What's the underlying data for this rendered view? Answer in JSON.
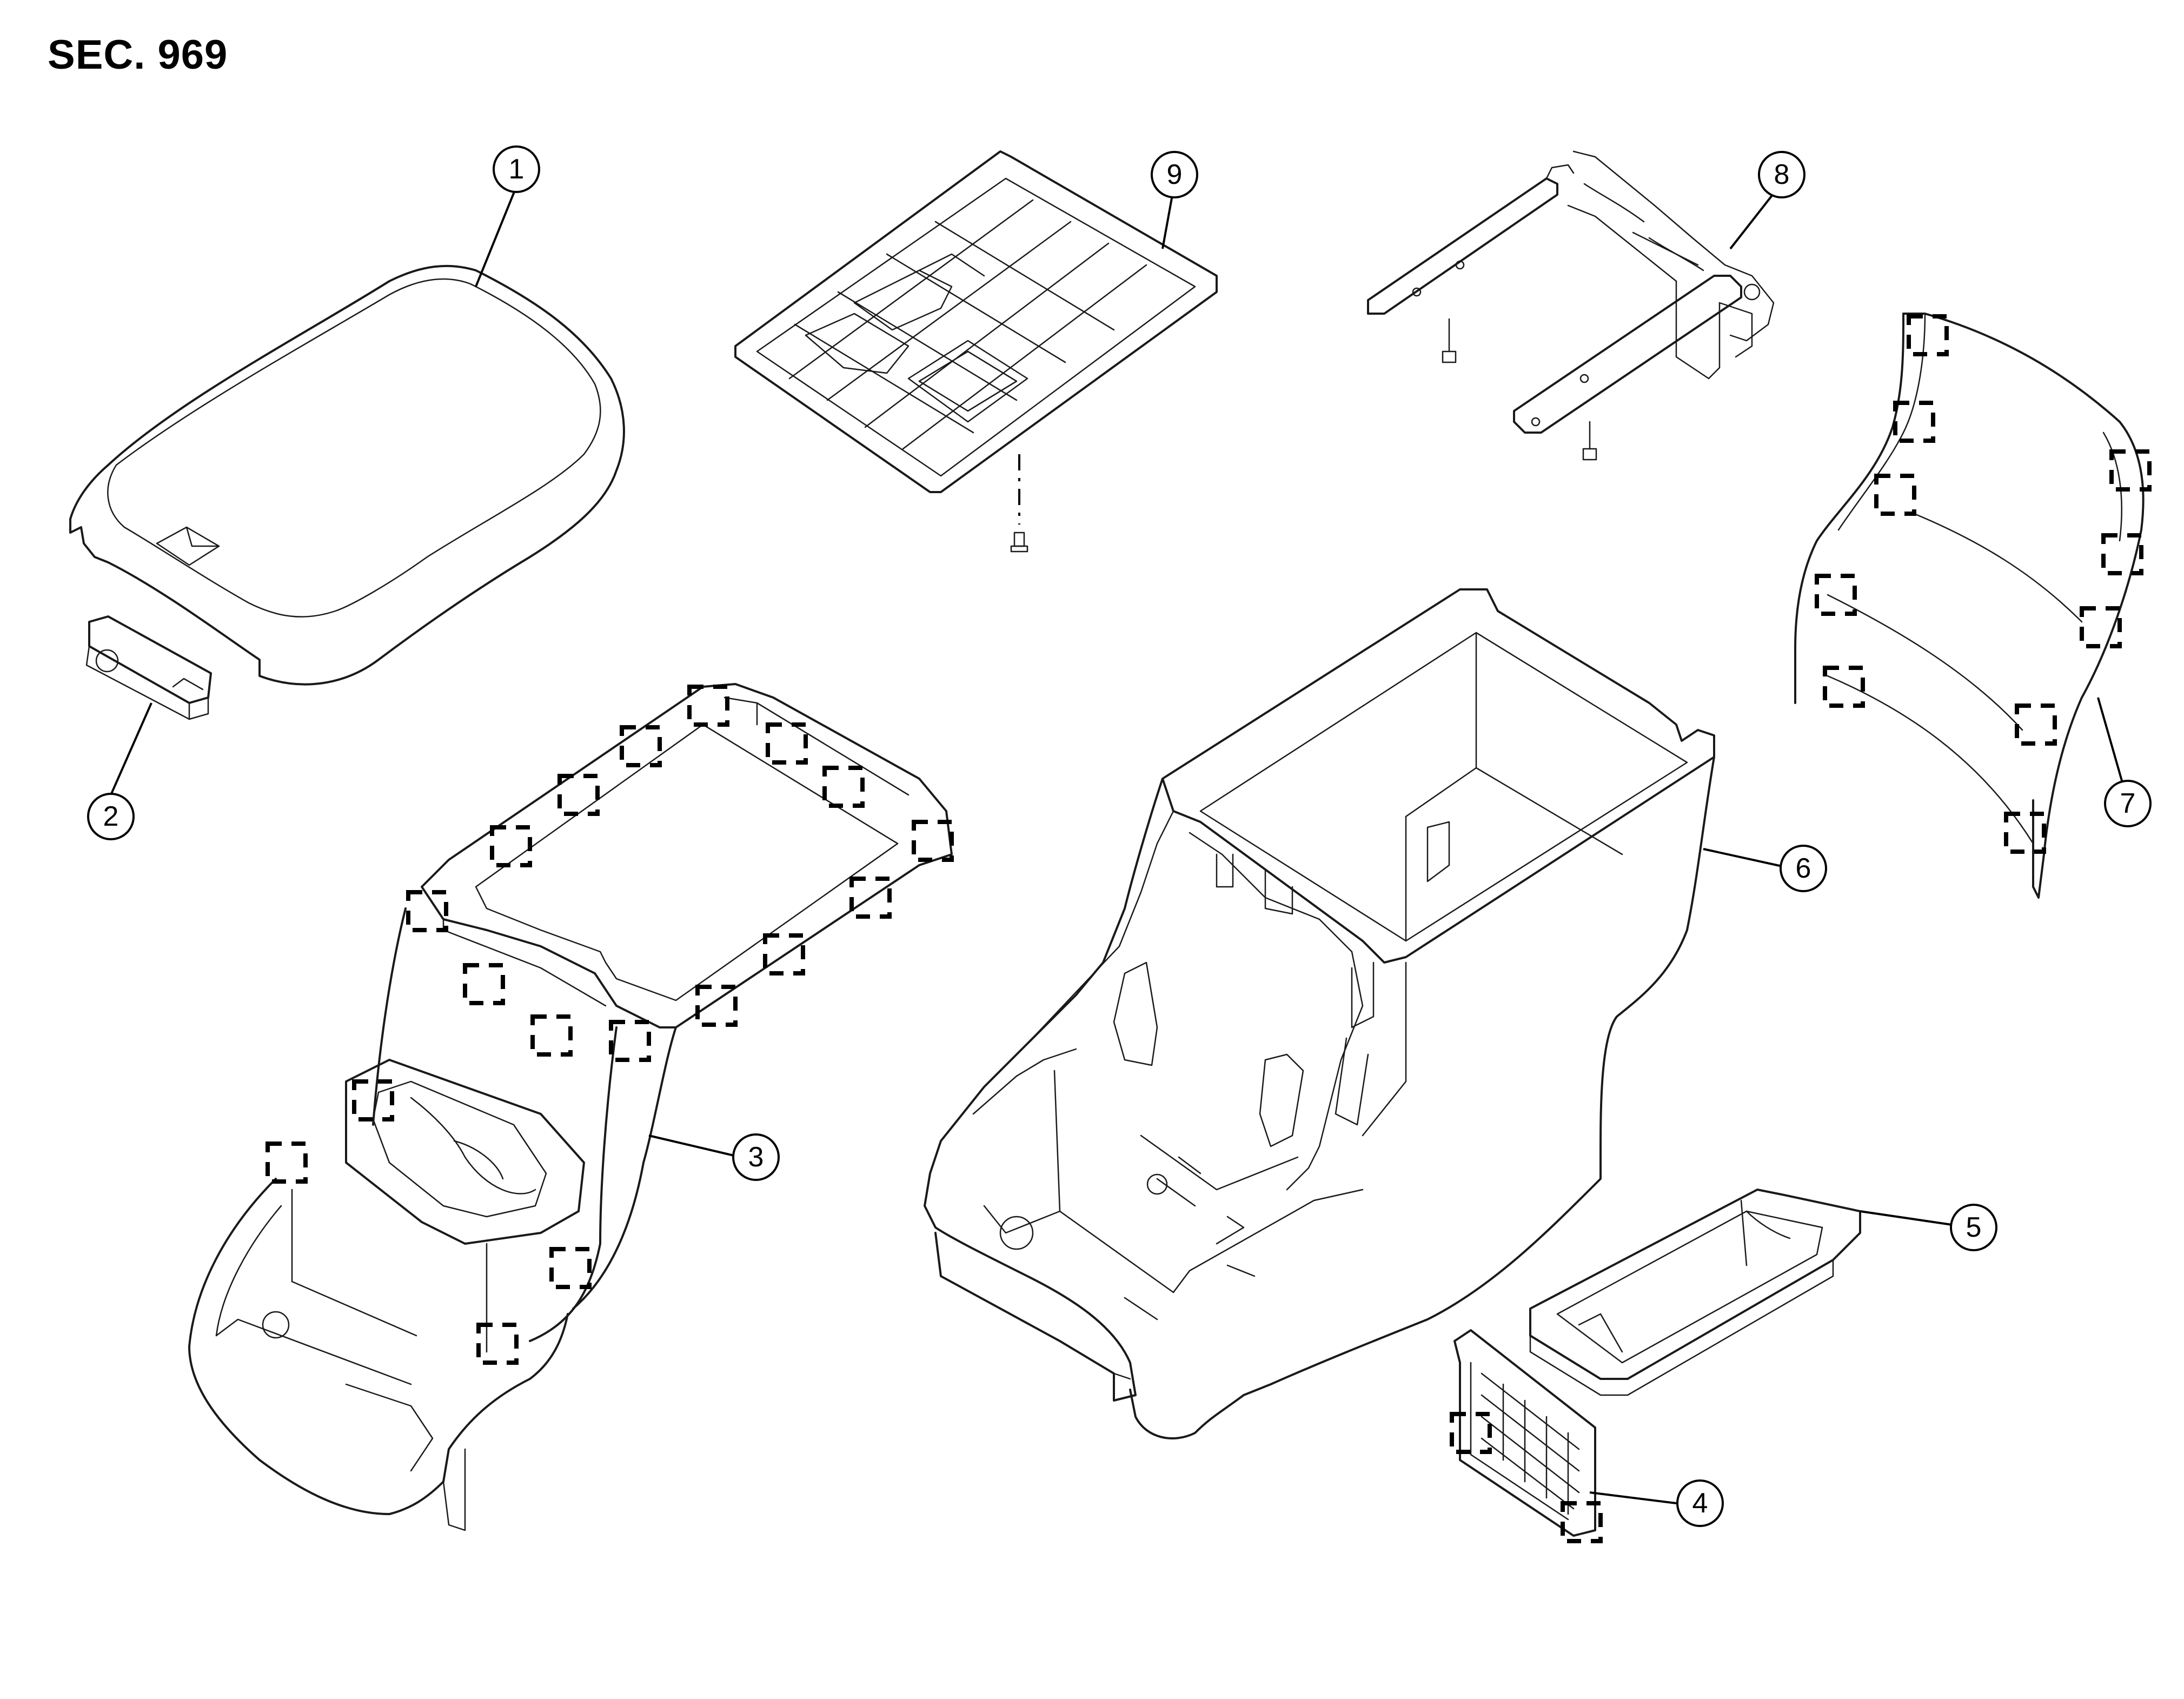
{
  "section": {
    "label": "SEC. 969"
  },
  "callouts": [
    {
      "id": "1",
      "label": "1"
    },
    {
      "id": "2",
      "label": "2"
    },
    {
      "id": "3",
      "label": "3"
    },
    {
      "id": "4",
      "label": "4"
    },
    {
      "id": "5",
      "label": "5"
    },
    {
      "id": "6",
      "label": "6"
    },
    {
      "id": "7",
      "label": "7"
    },
    {
      "id": "8",
      "label": "8"
    },
    {
      "id": "9",
      "label": "9"
    }
  ],
  "colors": {
    "line": "#1a1a1a",
    "background": "#ffffff"
  }
}
